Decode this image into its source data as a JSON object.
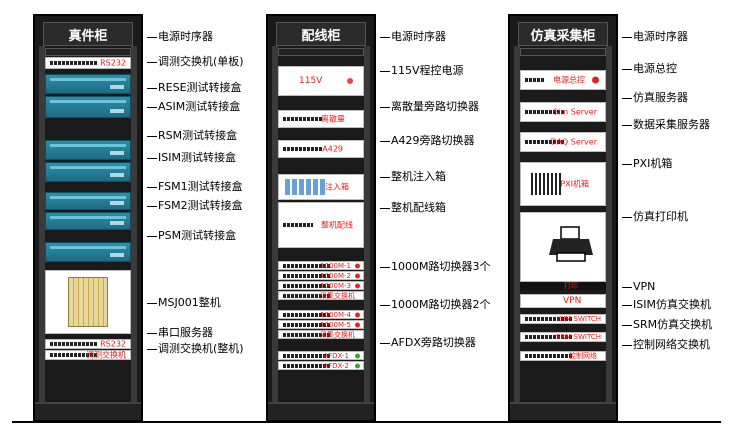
{
  "cabinets": {
    "sim": {
      "title": "真件柜"
    },
    "wiring": {
      "title": "配线柜"
    },
    "collect": {
      "title": "仿真采集柜"
    }
  },
  "panels": {
    "rs232_top": "RS232",
    "v115": "115V",
    "discrete": "离散量",
    "a429": "A429",
    "inject": "注入箱",
    "wiring_box": "整机配线",
    "m1": "1000M-1",
    "m2": "1000M-2",
    "m3": "1000M-3",
    "m_sw1": "采集交换机",
    "m4": "1000M-4",
    "m5": "1000M-5",
    "m_sw2": "采集交换机",
    "afdx1": "AFDX-1",
    "afdx2": "AFDX-2",
    "power_ctrl": "电源总控",
    "sim_server": "Sim Server",
    "daq_server": "DAQ Server",
    "pxi": "PXI机箱",
    "print": "打印",
    "vpn": "VPN",
    "isim_switch": "ISIM SWITCH",
    "srm_switch": "SRM SWITCH",
    "ctrl_net": "控制网络",
    "rs232_bottom": "RS232",
    "debug_bottom": "调测交换机"
  },
  "labels": {
    "sim": [
      "电源时序器",
      "调测交换机(单板)",
      "RESE测试转接盒",
      "ASIM测试转接盒",
      "RSM测试转接盒",
      "ISIM测试转接盒",
      "FSM1测试转接盒",
      "FSM2测试转接盒",
      "PSM测试转接盒",
      "MSJ001整机",
      "串口服务器",
      "调测交换机(整机)"
    ],
    "wiring": [
      "电源时序器",
      "115V程控电源",
      "离散量旁路切换器",
      "A429旁路切换器",
      "整机注入箱",
      "整机配线箱",
      "1000M路切换器3个",
      "1000M路切换器2个",
      "AFDX旁路切换器"
    ],
    "collect": [
      "电源时序器",
      "电源总控",
      "仿真服务器",
      "数据采集服务器",
      "PXI机箱",
      "仿真打印机",
      "VPN",
      "ISIM仿真交换机",
      "SRM仿真交换机",
      "控制网络交换机"
    ]
  }
}
